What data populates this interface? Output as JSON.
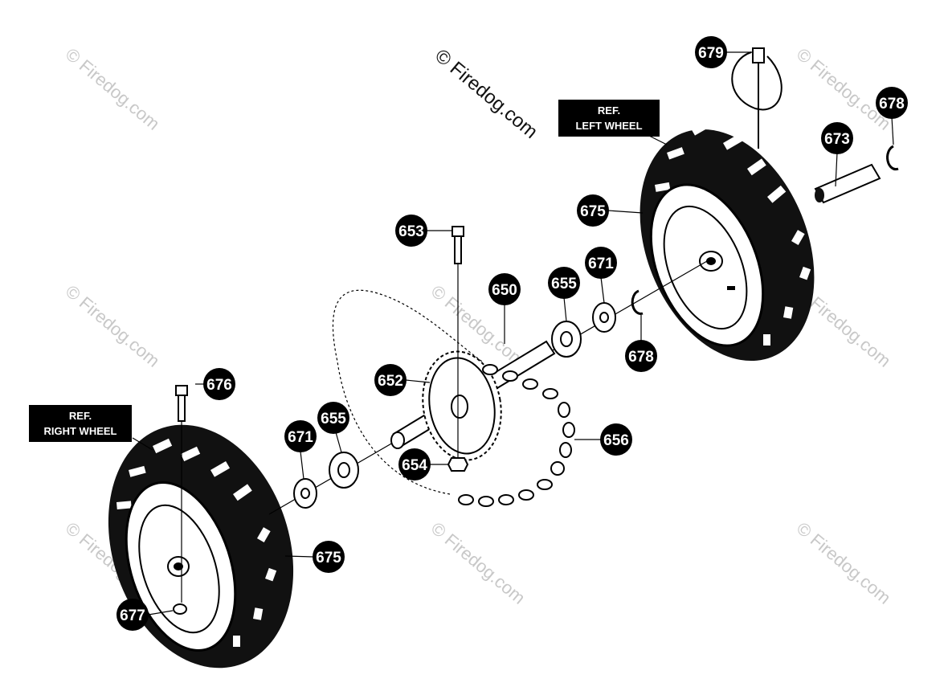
{
  "watermark": {
    "main": "© Firedog.com",
    "faint": "© Firedog.com"
  },
  "references": {
    "left_wheel": [
      "REF.",
      "LEFT WHEEL"
    ],
    "right_wheel": [
      "REF.",
      "RIGHT WHEEL"
    ]
  },
  "callouts": {
    "c679": "679",
    "c678a": "678",
    "c673": "673",
    "c675a": "675",
    "c671a": "671",
    "c655a": "655",
    "c650": "650",
    "c653": "653",
    "c678b": "678",
    "c652": "652",
    "c676": "676",
    "c671b": "671",
    "c655b": "655",
    "c656": "656",
    "c654": "654",
    "c675b": "675",
    "c677": "677"
  }
}
